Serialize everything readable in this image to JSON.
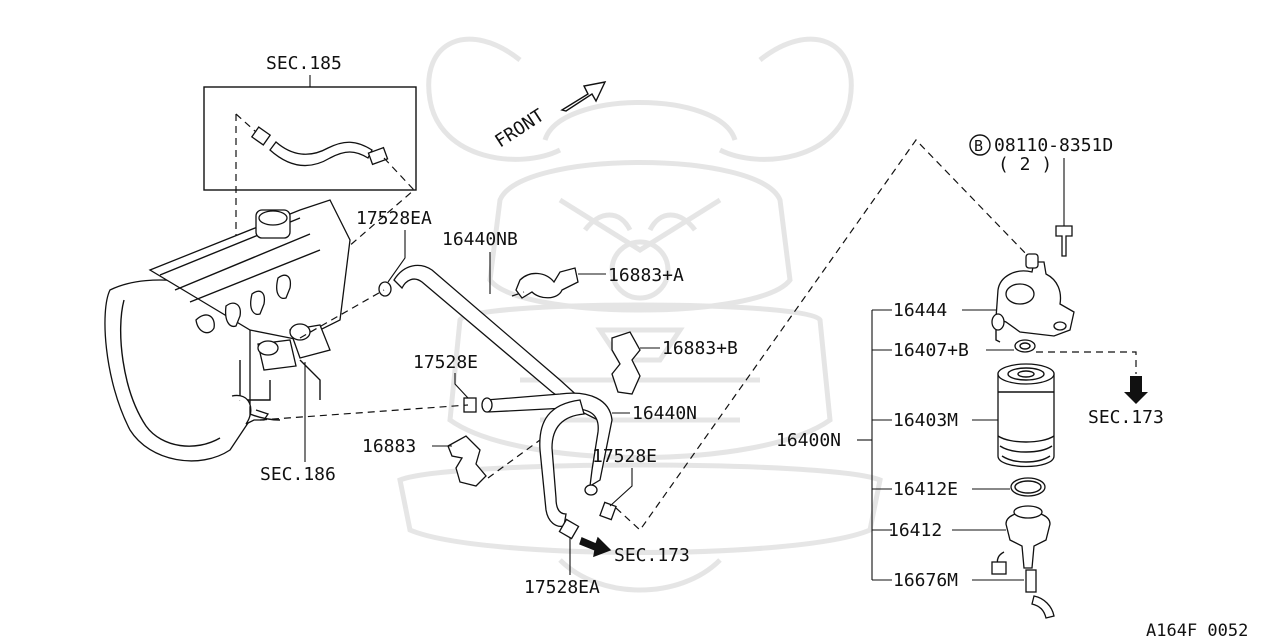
{
  "diagram": {
    "front_label": "FRONT",
    "sections": {
      "sec185": "SEC.185",
      "sec186": "SEC.186",
      "sec173_right": "SEC.173",
      "sec173_bottom": "SEC.173"
    },
    "bolt": {
      "badge": "B",
      "part": "08110-8351D",
      "qty": "( 2 )"
    },
    "labels": {
      "p17528EA_top": "17528EA",
      "p16440NB": "16440NB",
      "p16883A": "16883+A",
      "p16883B": "16883+B",
      "p17528E_left": "17528E",
      "p16440N": "16440N",
      "p16883": "16883",
      "p17528E_right": "17528E",
      "p17528EA_bottom": "17528EA",
      "p16444": "16444",
      "p16407B": "16407+B",
      "p16403M": "16403M",
      "p16400N": "16400N",
      "p16412E": "16412E",
      "p16412": "16412",
      "p16676M": "16676M"
    },
    "code": "A164F 0052"
  }
}
